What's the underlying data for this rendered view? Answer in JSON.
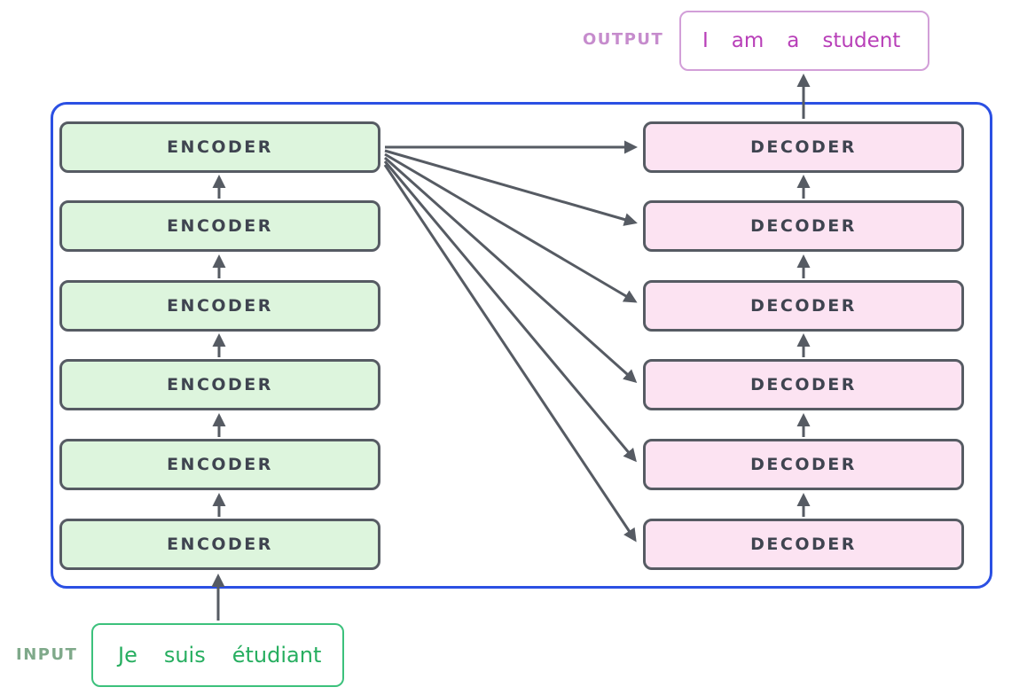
{
  "encoders": [
    {
      "label": "ENCODER"
    },
    {
      "label": "ENCODER"
    },
    {
      "label": "ENCODER"
    },
    {
      "label": "ENCODER"
    },
    {
      "label": "ENCODER"
    },
    {
      "label": "ENCODER"
    }
  ],
  "decoders": [
    {
      "label": "DECODER"
    },
    {
      "label": "DECODER"
    },
    {
      "label": "DECODER"
    },
    {
      "label": "DECODER"
    },
    {
      "label": "DECODER"
    },
    {
      "label": "DECODER"
    }
  ],
  "input": {
    "caption": "INPUT",
    "tokens": [
      "Je",
      "suis",
      "étudiant"
    ]
  },
  "output": {
    "caption": "OUTPUT",
    "tokens": [
      "I",
      "am",
      "a",
      "student"
    ]
  },
  "colors": {
    "container_border": "#2b50e3",
    "box_border": "#565b63",
    "box_label": "#3f4450",
    "encoder_fill": "#ddf5dd",
    "decoder_fill": "#fce3f2",
    "arrow": "#565b63",
    "input_border": "#3cc17c",
    "input_text": "#27ae60",
    "input_caption": "#7fa98a",
    "output_border": "#d29fd8",
    "output_text": "#b83fb8",
    "output_caption": "#c68ccd"
  }
}
